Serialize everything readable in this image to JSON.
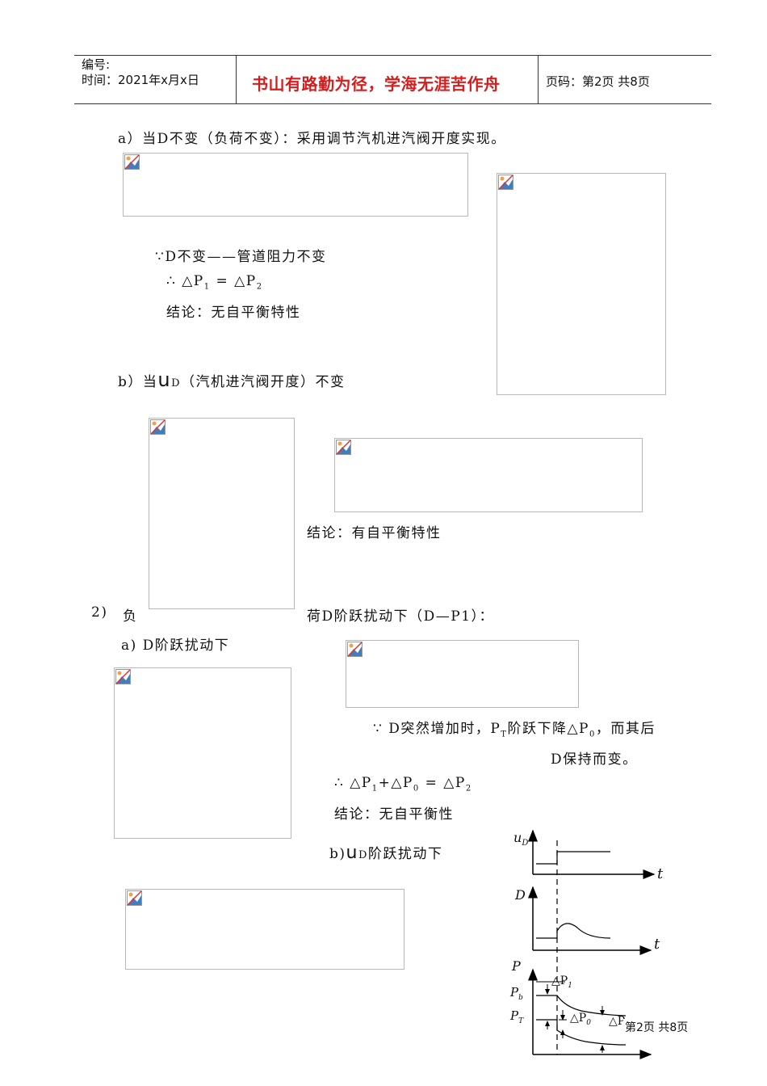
{
  "header": {
    "serial_label": "编号:",
    "time_label": "时间：2021年x月x日",
    "motto": "书山有路勤为径，学海无涯苦作舟",
    "page_label": "页码：第2页 共8页"
  },
  "content": {
    "a_line": "a）当D不变（负荷不变）：采用调节汽机进汽阀开度实现。",
    "because_d": "∵D不变——管道阻力不变",
    "therefore_p": "∴  △P",
    "therefore_p_sub1": "1",
    "therefore_p_mid": " =  △P",
    "therefore_p_sub2": "2",
    "conclusion_1": "结论：无自平衡特性",
    "b_prefix": "b）当",
    "b_u": "u",
    "b_sub": "D",
    "b_suffix": "（汽机进汽阀开度）不变",
    "conclusion_2": "结论：有自平衡特性",
    "item2_num": "2)",
    "item2_a": "负",
    "item2_b": "荷D阶跃扰动下（D—P1）：",
    "sub_a": "a) D阶跃扰动下",
    "because_2a": "∵ D突然增加时，P",
    "because_2a_sub": "T",
    "because_2a_rest": "阶跃下降△P",
    "because_2a_sub2": "0",
    "because_2a_end": "，而其后",
    "because_2b": "D保持而变。",
    "therefore_2": "∴ △P",
    "therefore_2_s1": "1",
    "therefore_2_m": "+△P",
    "therefore_2_s2": "0",
    "therefore_2_e": " =  △P",
    "therefore_2_s3": "2",
    "conclusion_3": "结论：无自平衡性",
    "sub_b_prefix": "b)",
    "sub_b_u": "u",
    "sub_b_sub": "D",
    "sub_b_suffix": "阶跃扰动下"
  },
  "diagram": {
    "axis_uD": "u",
    "axis_uD_sub": "D",
    "axis_t1": "t",
    "axis_D": "D",
    "axis_t2": "t",
    "axis_P": "P",
    "label_Pb": "P",
    "label_Pb_sub": "b",
    "label_PT": "P",
    "label_PT_sub": "T",
    "label_dP1": "△P",
    "label_dP1_sub": "1",
    "label_dP0": "△P",
    "label_dP0_sub": "0",
    "label_dP2": "△P",
    "label_dP2_sub": "2"
  },
  "footer": {
    "page_label": "第2页 共8页"
  },
  "icons": {
    "placeholder": "broken-image-icon"
  }
}
